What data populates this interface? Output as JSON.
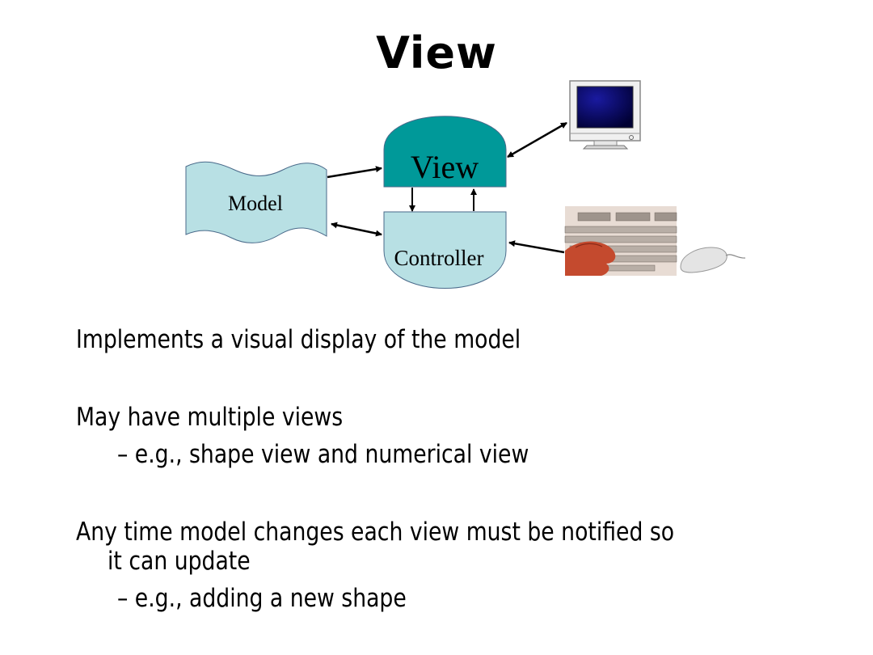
{
  "slide": {
    "title": "View",
    "diagram": {
      "model_label": "Model",
      "view_label": "View",
      "controller_label": "Controller",
      "monitor_icon": "monitor-icon",
      "keyboard_icon": "keyboard-icon",
      "mouse_icon": "mouse-icon",
      "colors": {
        "view_fill": "#009999",
        "light_fill": "#b8e0e4",
        "stroke": "#4a6a8a",
        "monitor_screen": "#000066"
      }
    },
    "bullets": [
      {
        "text": "Implements a visual display of the model",
        "level": 1
      },
      {
        "text": "May have multiple views",
        "level": 1
      },
      {
        "text": "– e.g., shape view and numerical view",
        "level": 2
      },
      {
        "text": "Any time model changes each view must be notified so",
        "level": 1
      },
      {
        "text": "it can update",
        "level": 1
      },
      {
        "text": "– e.g., adding a new shape",
        "level": 2
      }
    ]
  }
}
